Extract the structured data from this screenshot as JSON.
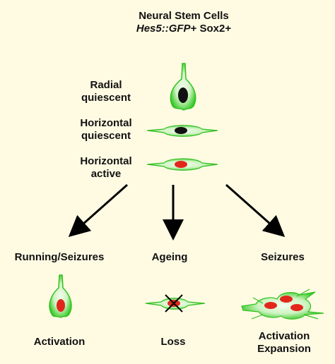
{
  "title": {
    "line1": "Neural Stem Cells",
    "gene_italic": "Hes5::GFP",
    "gene_suffix": "+ Sox2+"
  },
  "cell_states": [
    {
      "line1": "Radial",
      "line2": "quiescent"
    },
    {
      "line1": "Horizontal",
      "line2": "quiescent"
    },
    {
      "line1": "Horizontal",
      "line2": "active"
    }
  ],
  "branches": [
    {
      "condition": "Running/Seizures",
      "outcome_line1": "Activation",
      "outcome_line2": ""
    },
    {
      "condition": "Ageing",
      "outcome_line1": "Loss",
      "outcome_line2": ""
    },
    {
      "condition": "Seizures",
      "outcome_line1": "Activation",
      "outcome_line2": "Expansion"
    }
  ],
  "colors": {
    "background": "#fffbe3",
    "cell_green": "#4fd13a",
    "cell_light": "#ecfbe6",
    "nucleus_quiescent": "#111111",
    "nucleus_active": "#e3261b",
    "arrow": "#000000"
  }
}
